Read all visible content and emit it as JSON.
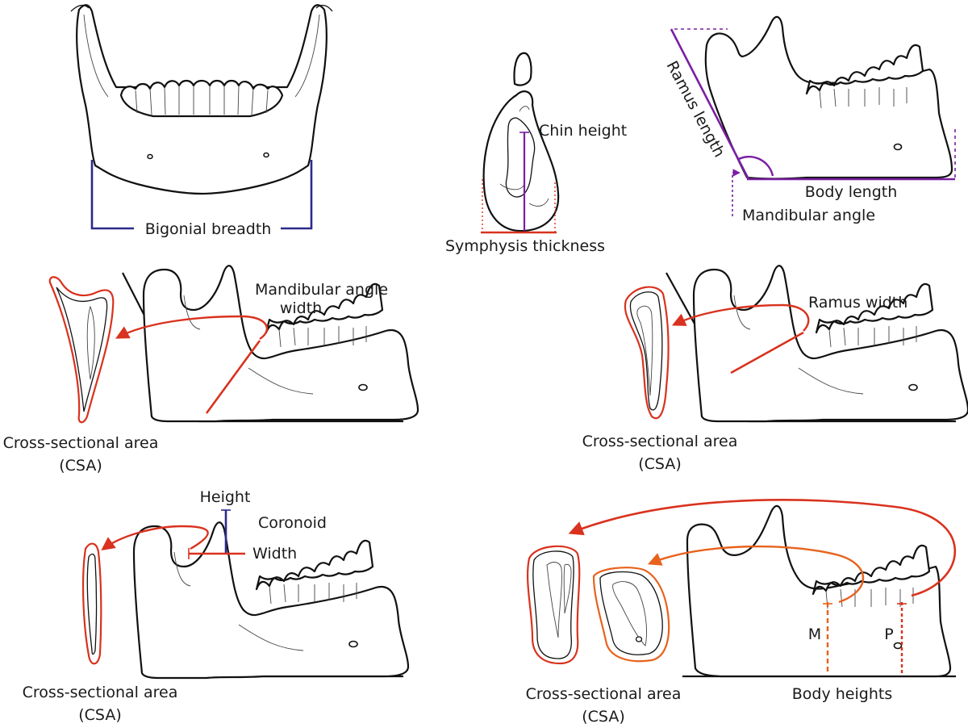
{
  "colors": {
    "measure_red": "#d9321e",
    "measure_orange": "#e8621c",
    "measure_purple": "#7a1fa2",
    "measure_navy": "#2d2a8c",
    "outline": "#111111"
  },
  "labels": {
    "bigonial_breadth": "Bigonial breadth",
    "chin_height": "Chin height",
    "symphysis_thickness": "Symphysis thickness",
    "ramus_length": "Ramus length",
    "body_length": "Body length",
    "mandibular_angle": "Mandibular angle",
    "mandibular_angle_width_1": "Mandibular angle",
    "mandibular_angle_width_2": "width",
    "ramus_width": "Ramus width",
    "coronoid_height": "Height",
    "coronoid": "Coronoid",
    "coronoid_width": "Width",
    "body_heights": "Body heights",
    "molar_marker": "M",
    "premolar_marker": "P",
    "csa_1_line1": "Cross-sectional area",
    "csa_1_line2": "(CSA)",
    "csa_2_line1": "Cross-sectional area",
    "csa_2_line2": "(CSA)",
    "csa_3_line1": "Cross-sectional area",
    "csa_3_line2": "(CSA)",
    "csa_4_line1": "Cross-sectional area",
    "csa_4_line2": "(CSA)"
  }
}
